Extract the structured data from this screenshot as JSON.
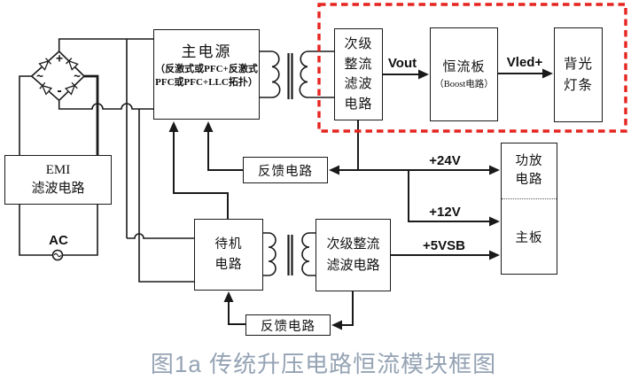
{
  "figure": {
    "caption": "图1a 传统升压电路恒流模块框图"
  },
  "colors": {
    "line": "#1a1a1a",
    "highlight_box": "#e6241f",
    "caption_text": "#95a3b4"
  },
  "blocks": {
    "emi": {
      "line1": "EMI",
      "line2": "滤波电路"
    },
    "main_power": {
      "title": "主电源",
      "sub1": "（反激式或PFC+反激式",
      "sub2": "PFC或PFC+LLC拓扑）"
    },
    "sec_rect_filter_top": {
      "line1": "次级",
      "line2": "整流",
      "line3": "滤波",
      "line4": "电路"
    },
    "constant_current_board": {
      "title": "恒流板",
      "sub": "（Boost电路）"
    },
    "backlight_bar": {
      "line1": "背光",
      "line2": "灯条"
    },
    "feedback_top": {
      "label": "反馈电路"
    },
    "standby": {
      "line1": "待机",
      "line2": "电路"
    },
    "sec_rect_filter_bottom": {
      "line1": "次级整流",
      "line2": "滤波电路"
    },
    "feedback_bottom": {
      "label": "反馈电路"
    },
    "amp_mainboard": {
      "amp_line1": "功放",
      "amp_line2": "电路",
      "mainboard": "主板"
    }
  },
  "labels": {
    "ac": "AC",
    "vout": "Vout",
    "vled": "Vled+",
    "v24": "+24V",
    "v12": "+12V",
    "v5vsb": "+5VSB"
  },
  "bridge": {
    "plus": "+",
    "minus": "-",
    "ac_left": "~",
    "ac_right": "~"
  }
}
